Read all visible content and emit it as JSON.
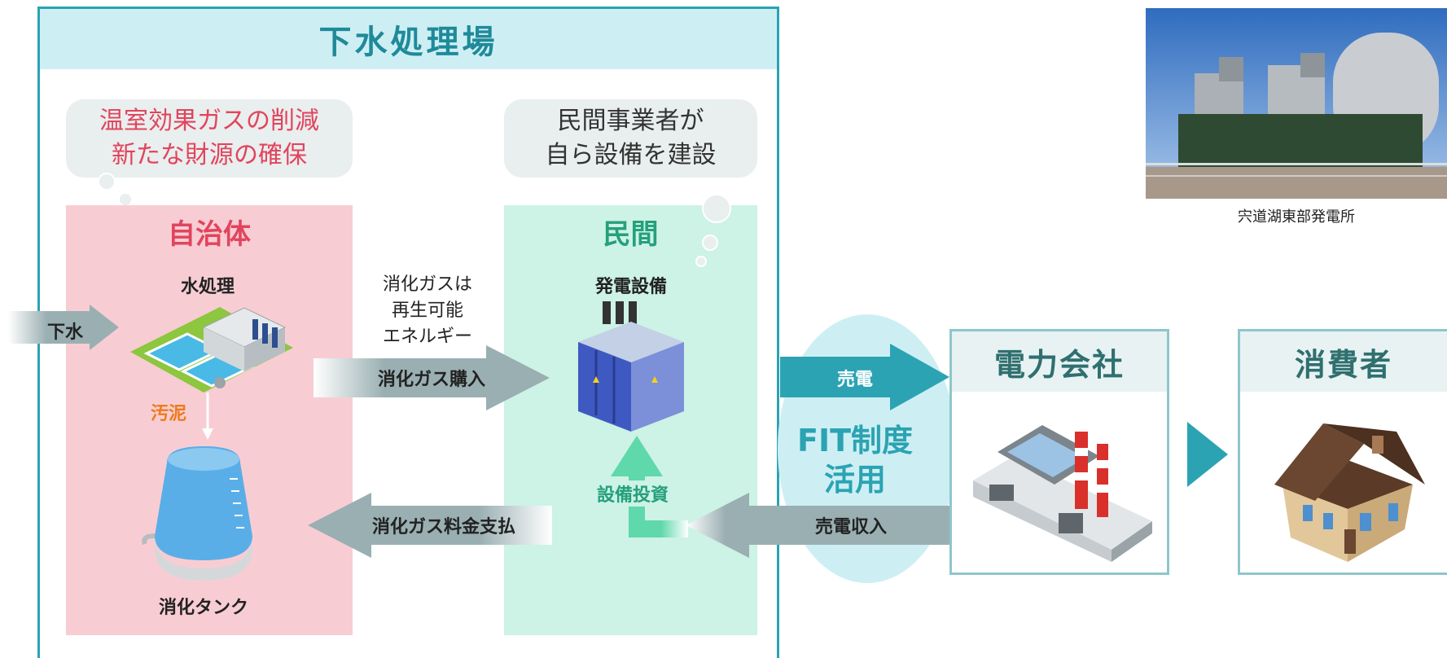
{
  "plant": {
    "title": "下水処理場"
  },
  "municipality": {
    "bubble_line1": "温室効果ガスの削減",
    "bubble_line2": "新たな財源の確保",
    "title": "自治体",
    "water_treatment": "水処理",
    "sludge": "汚泥",
    "digestion_tank": "消化タンク"
  },
  "private": {
    "bubble_line1": "民間事業者が",
    "bubble_line2": "自ら設備を建設",
    "title": "民間",
    "power_equipment": "発電設備",
    "investment": "設備投資"
  },
  "sewage_in": "下水",
  "renewable_note": {
    "line1": "消化ガスは",
    "line2": "再生可能",
    "line3": "エネルギー"
  },
  "arrows": {
    "gas_purchase": "消化ガス購入",
    "gas_payment": "消化ガス料金支払",
    "sell_power": "売電",
    "power_revenue": "売電収入"
  },
  "fit": {
    "line1": "FIT制度",
    "line2": "活用"
  },
  "power_company": {
    "title": "電力会社"
  },
  "consumer": {
    "title": "消費者"
  },
  "photo": {
    "caption": "宍道湖東部発電所"
  },
  "colors": {
    "teal": "#2ba3b3",
    "pink": "#f7cdd3",
    "mint": "#cdf2e6",
    "red_text": "#e2445d",
    "green_text": "#25a07b",
    "gray_arrow": "#9aafb2",
    "orange": "#ee7a1c"
  }
}
